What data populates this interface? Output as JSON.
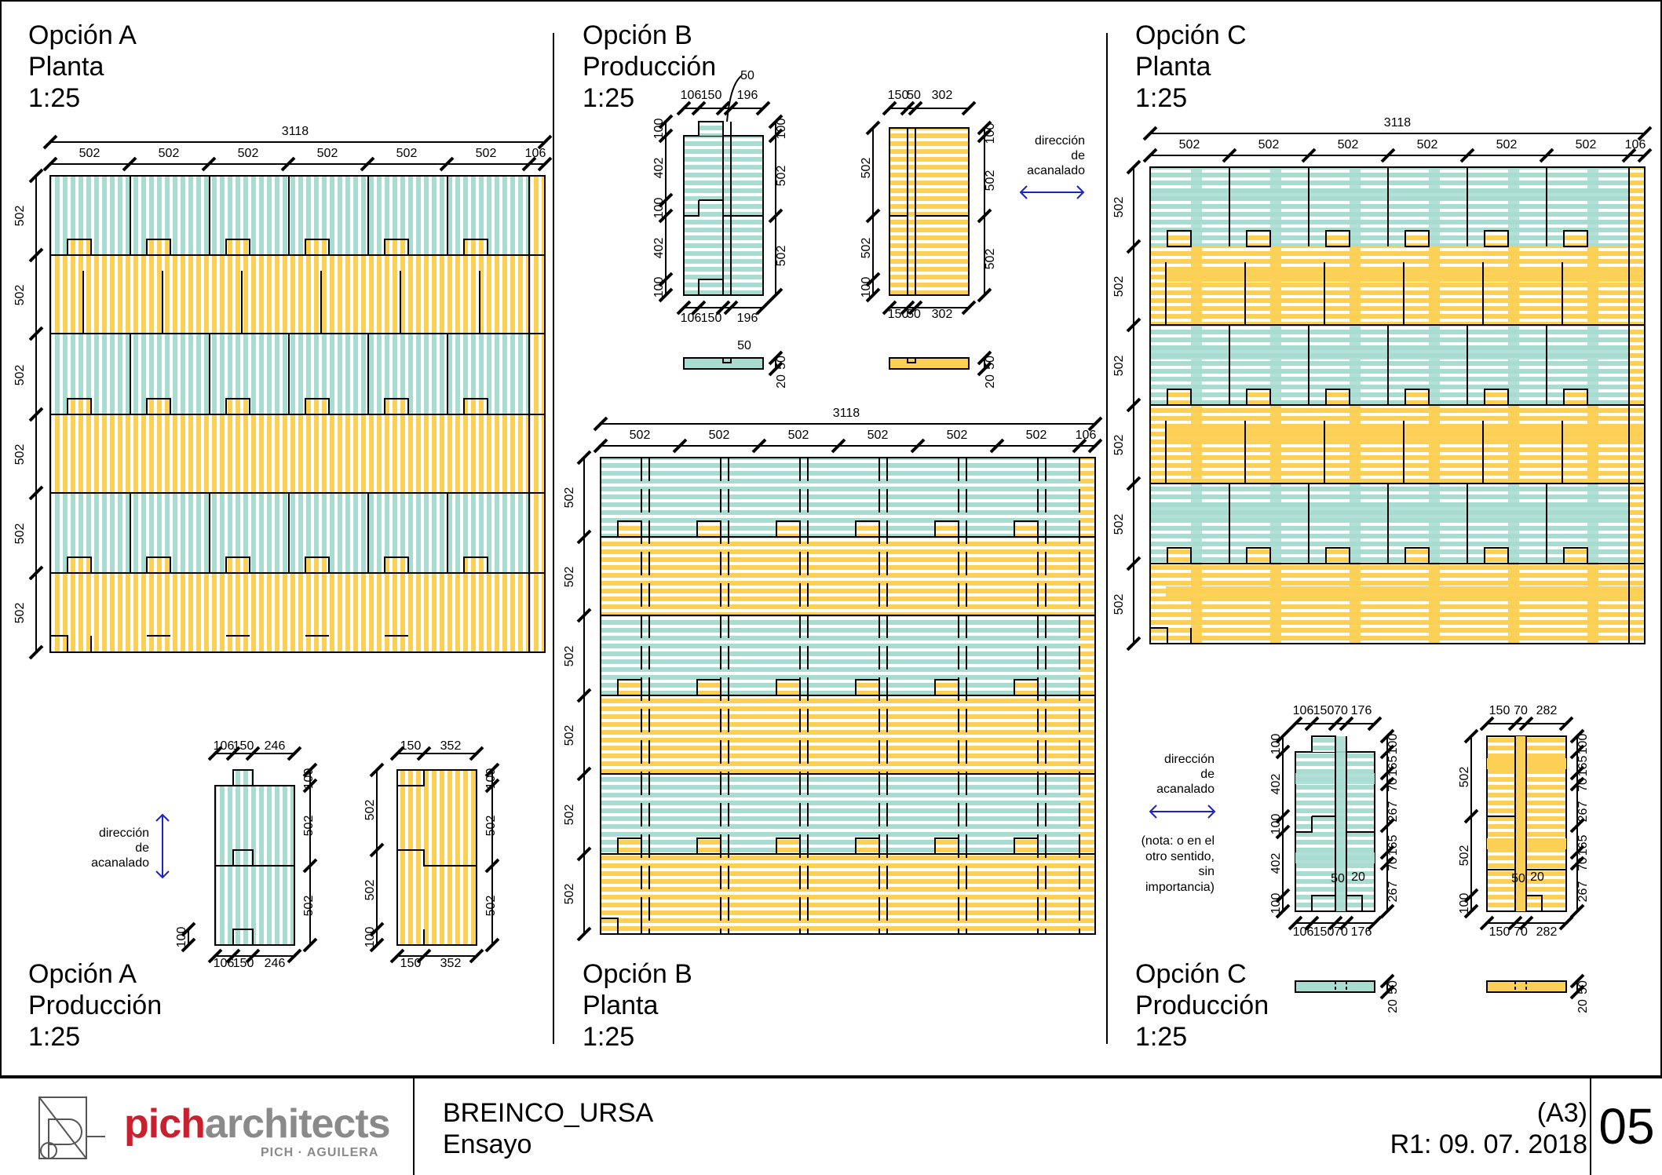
{
  "titles": {
    "a_plan": [
      "Opción A",
      "Planta",
      "1:25"
    ],
    "a_prod": [
      "Opción A",
      "Producción",
      "1:25"
    ],
    "b_prod": [
      "Opción B",
      "Producción",
      "1:25"
    ],
    "b_plan": [
      "Opción B",
      "Planta",
      "1:25"
    ],
    "c_plan": [
      "Opción C",
      "Planta",
      "1:25"
    ],
    "c_prod": [
      "Opción C",
      "Producción",
      "1:25"
    ]
  },
  "dims": {
    "total": "3118",
    "module": "502",
    "edge": "106",
    "d100": "100",
    "d402": "402",
    "a_prod_top1": [
      "106",
      "150",
      "246"
    ],
    "a_prod_top2": [
      "150",
      "352"
    ],
    "b_prod_top1": [
      "106",
      "150",
      "196"
    ],
    "b_prod_top2": [
      "150",
      "50",
      "302"
    ],
    "b_prod_50": "50",
    "c_prod_top1": [
      "106",
      "150",
      "70",
      "176"
    ],
    "c_prod_top2": [
      "150",
      "70",
      "282"
    ],
    "c_prod_side": [
      "100",
      "165",
      "70",
      "267",
      "165",
      "70",
      "267"
    ],
    "c_prod_small": [
      "50",
      "20"
    ],
    "thick": [
      "20",
      "50"
    ]
  },
  "notes": {
    "direction": [
      "dirección",
      "de",
      "acanalado"
    ],
    "c_note": [
      "(nota: o en el",
      "otro sentido,",
      "sin",
      "importancia)"
    ]
  },
  "titleblock": {
    "logo_main": "pic",
    "logo_accent": "h",
    "logo_rest": "architects",
    "logo_sub": "PICH · AGUILERA",
    "project": "BREINCO_URSA",
    "subject": "Ensayo",
    "format": "(A3)",
    "revision": "R1: 09. 07. 2018",
    "sheet": "05"
  },
  "colors": {
    "teal": "#a8dcd1",
    "yellow": "#fcd054",
    "line": "#000000",
    "arrow": "#1a22c8",
    "logo_red": "#c8202e",
    "logo_gray": "#8a8a8a"
  }
}
